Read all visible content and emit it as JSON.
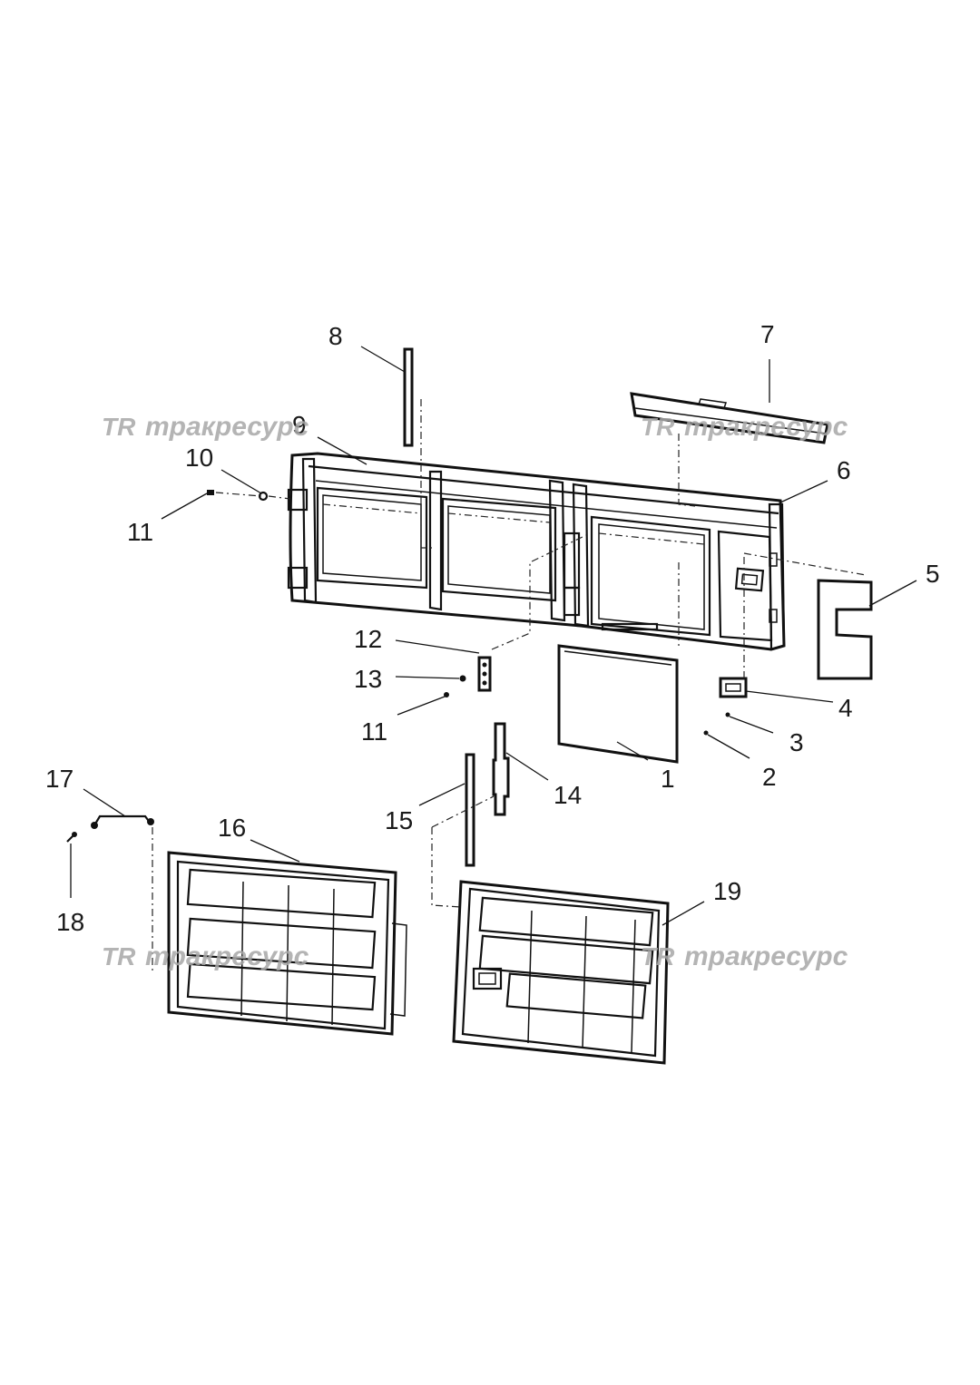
{
  "watermark": {
    "logo": "TR",
    "text": "тракресурс"
  },
  "callouts": {
    "c1": "1",
    "c2": "2",
    "c3": "3",
    "c4": "4",
    "c5": "5",
    "c6": "6",
    "c7": "7",
    "c8": "8",
    "c9": "9",
    "c10": "10",
    "c11a": "11",
    "c11b": "11",
    "c12": "12",
    "c13": "13",
    "c14": "14",
    "c15": "15",
    "c16": "16",
    "c17": "17",
    "c18": "18",
    "c19": "19"
  }
}
